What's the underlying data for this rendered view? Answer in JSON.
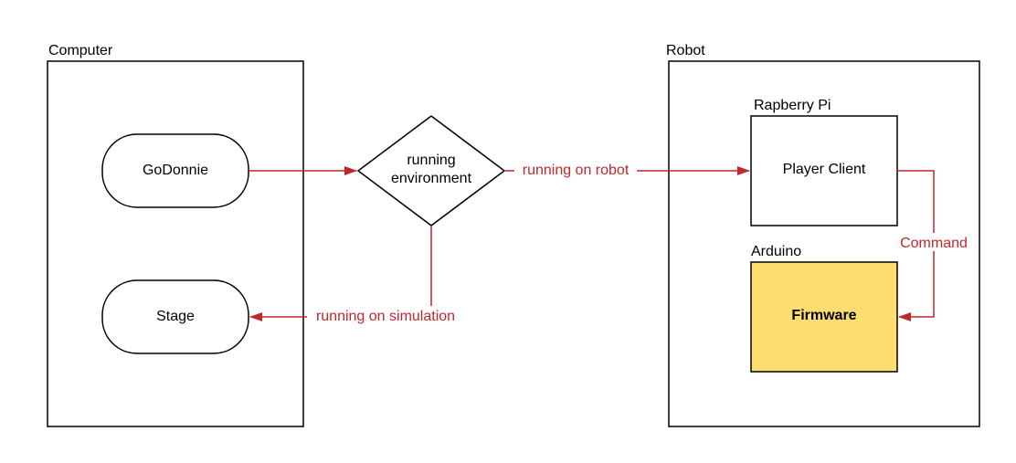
{
  "colors": {
    "stroke": "#000000",
    "arrow": "#c1272d",
    "firmware_fill": "#ffdd71"
  },
  "containers": {
    "computer": "Computer",
    "robot": "Robot",
    "raspberry_pi": "Rapberry Pi",
    "arduino": "Arduino"
  },
  "nodes": {
    "godonnie": "GoDonnie",
    "stage": "Stage",
    "decision_line1": "running",
    "decision_line2": "environment",
    "player_client": "Player Client",
    "firmware": "Firmware"
  },
  "edges": {
    "robot_path": "running on robot",
    "simulation_path": "running on simulation",
    "command": "Command"
  }
}
